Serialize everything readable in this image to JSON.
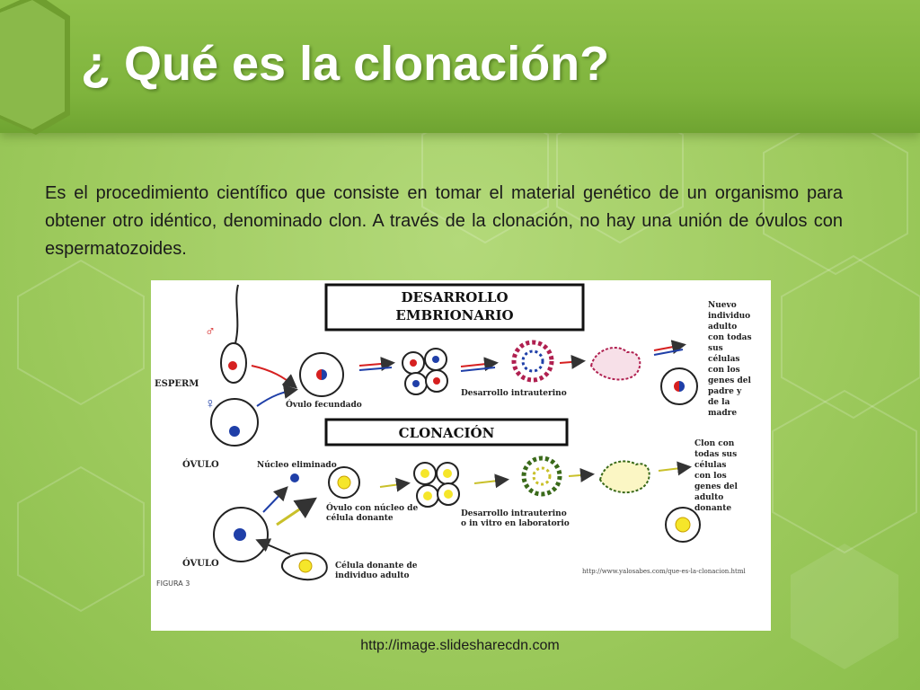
{
  "slide": {
    "title": "¿ Qué es la clonación?",
    "paragraph": "Es el procedimiento científico que consiste en tomar el material genético de un organismo para obtener otro idéntico, denominado clon. A través de la clonación, no hay una unión de óvulos con espermatozoides.",
    "source_url": "http://image.slidesharecdn.com"
  },
  "figure": {
    "box_embrionario_line1": "DESARROLLO",
    "box_embrionario_line2": "EMBRIONARIO",
    "box_clonacion": "CLONACIÓN",
    "label_esperm": "ESPERM",
    "label_ovulo_top": "ÓVULO",
    "label_ovulo_bottom": "ÓVULO",
    "label_ovulo_fecundado": "Óvulo fecundado",
    "label_desarrollo_intrauterino": "Desarrollo intrauterino",
    "label_nucleo_eliminado": "Núcleo eliminado",
    "label_ovulo_donante_1": "Óvulo con núcleo de",
    "label_ovulo_donante_2": "célula donante",
    "label_desarrollo_vitro_1": "Desarrollo intrauterino",
    "label_desarrollo_vitro_2": "o in vitro en laboratorio",
    "label_celula_donante_1": "Célula donante de",
    "label_celula_donante_2": "individuo adulto",
    "label_figura": "FIGURA 3",
    "label_url": "http://www.yalosabes.com/que-es-la-clonacion.html",
    "right_top": [
      "Nuevo",
      "individuo",
      "adulto",
      "con todas",
      "sus",
      "células",
      "con los",
      "genes del",
      "padre y",
      "de la",
      "madre"
    ],
    "right_bottom": [
      "Clon con",
      "todas sus",
      "células",
      "con los",
      "genes del",
      "adulto",
      "donante"
    ],
    "male_symbol": "♂",
    "female_symbol": "♀"
  },
  "colors": {
    "title_bar": "#7fb43d",
    "background": "#9fcb5f",
    "nucleus_blue": "#1f3fa8",
    "nucleus_red": "#d62020",
    "yolk_yellow": "#f5e62a"
  }
}
